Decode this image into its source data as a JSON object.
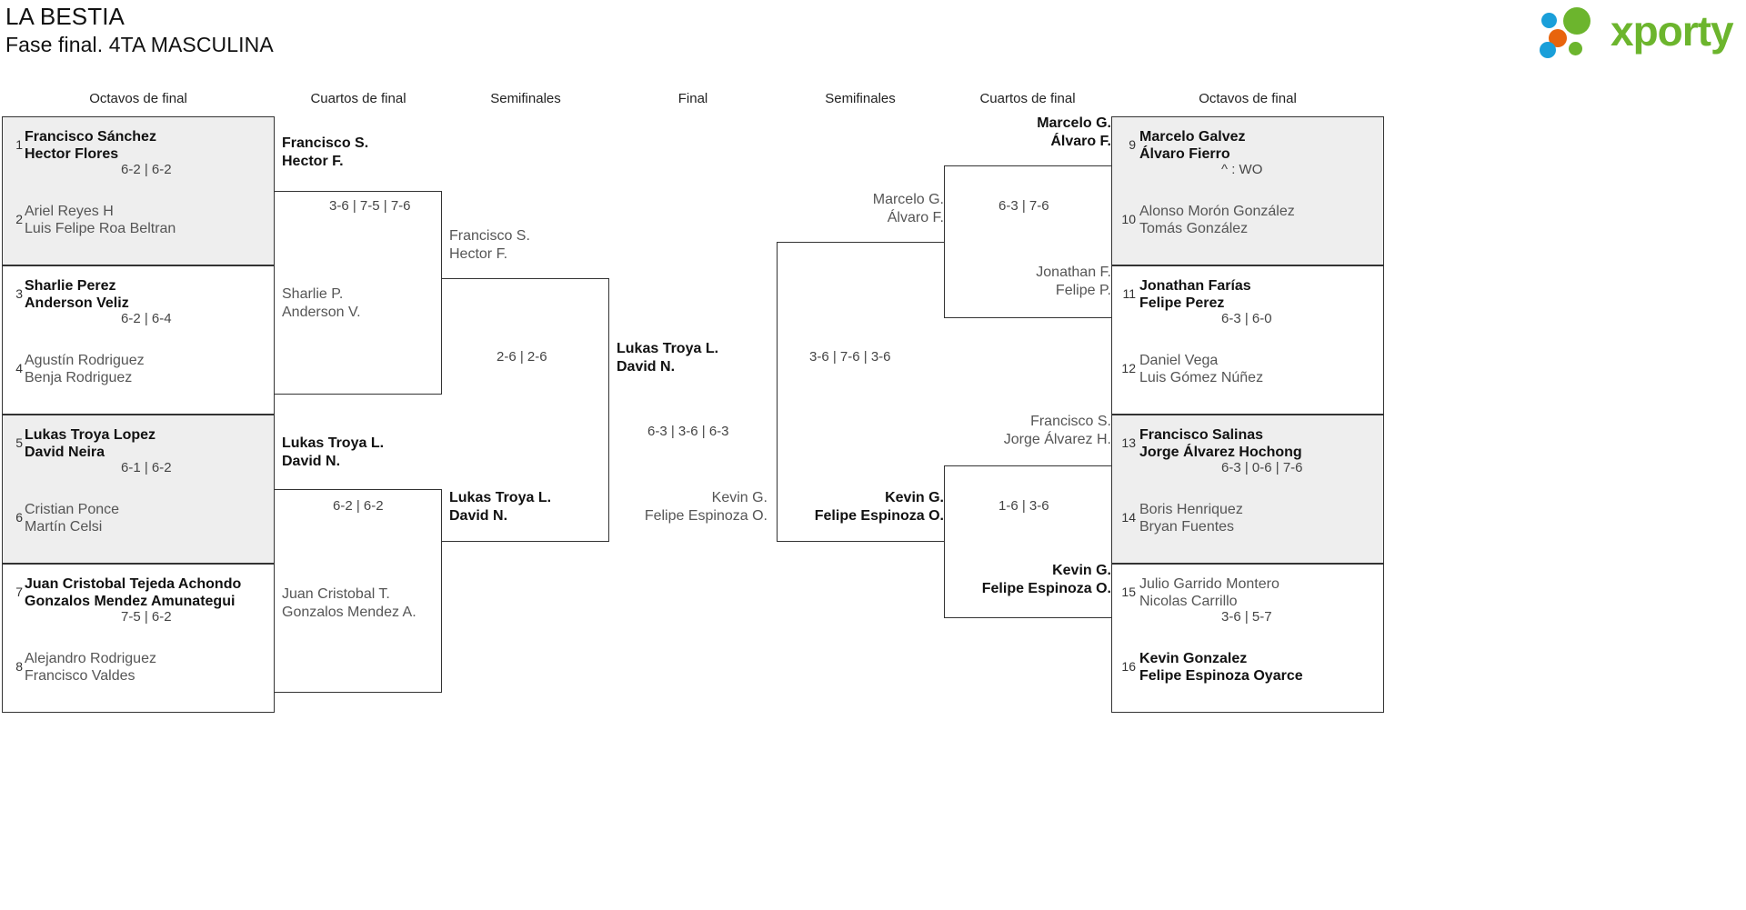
{
  "header": {
    "title_main": "LA BESTIA",
    "title_sub": "Fase final. 4TA MASCULINA",
    "logo_word": "xporty",
    "logo_colors": {
      "green": "#6cb52d",
      "orange": "#e8640c",
      "blue": "#1a9fd9"
    }
  },
  "round_headers": [
    {
      "label": "Octavos de final"
    },
    {
      "label": "Cuartos de final"
    },
    {
      "label": "Semifinales"
    },
    {
      "label": "Final"
    },
    {
      "label": "Semifinales"
    },
    {
      "label": "Cuartos de final"
    },
    {
      "label": "Octavos de final"
    }
  ],
  "left": {
    "octavos": [
      {
        "seed_a": "1",
        "a1": "Francisco Sánchez",
        "a2": "Hector Flores",
        "seed_b": "2",
        "b1": "Ariel Reyes H",
        "b2": "Luis Felipe Roa Beltran",
        "score": "6-2 | 6-2",
        "winner": "a"
      },
      {
        "seed_a": "3",
        "a1": "Sharlie Perez",
        "a2": "Anderson Veliz",
        "seed_b": "4",
        "b1": "Agustín Rodriguez",
        "b2": "Benja Rodriguez",
        "score": "6-2 | 6-4",
        "winner": "a"
      },
      {
        "seed_a": "5",
        "a1": "Lukas Troya Lopez",
        "a2": "David Neira",
        "seed_b": "6",
        "b1": "Cristian Ponce",
        "b2": "Martín Celsi",
        "score": "6-1 | 6-2",
        "winner": "a"
      },
      {
        "seed_a": "7",
        "a1": "Juan Cristobal Tejeda Achondo",
        "a2": "Gonzalos Mendez Amunategui",
        "seed_b": "8",
        "b1": "Alejandro Rodriguez",
        "b2": "Francisco Valdes",
        "score": "7-5 | 6-2",
        "winner": "a"
      }
    ],
    "cuartos": [
      {
        "a1": "Francisco S.",
        "a2": "Hector F.",
        "b1": "Sharlie P.",
        "b2": "Anderson V.",
        "score": "3-6 | 7-5 | 7-6",
        "winner": "a"
      },
      {
        "a1": "Lukas Troya L.",
        "a2": "David N.",
        "b1": "Juan Cristobal T.",
        "b2": "Gonzalos Mendez A.",
        "score": "6-2 | 6-2",
        "winner": "a"
      }
    ],
    "semifinal": {
      "a1": "Francisco S.",
      "a2": "Hector F.",
      "b1": "Lukas Troya L.",
      "b2": "David N.",
      "score": "2-6 | 2-6",
      "winner": "b"
    }
  },
  "final": {
    "a1": "Lukas Troya L.",
    "a2": "David N.",
    "b1": "Kevin G.",
    "b2": "Felipe Espinoza O.",
    "score": "6-3 | 3-6 | 6-3",
    "winner": "a"
  },
  "right": {
    "semifinal": {
      "a1": "Marcelo G.",
      "a2": "Álvaro F.",
      "b1": "Kevin G.",
      "b2": "Felipe Espinoza O.",
      "score": "3-6 | 7-6 | 3-6",
      "winner": "b"
    },
    "cuartos": [
      {
        "a1": "Marcelo G.",
        "a2": "Álvaro F.",
        "b1": "Jonathan F.",
        "b2": "Felipe P.",
        "score": "6-3 | 7-6",
        "winner": "a"
      },
      {
        "a1": "Francisco S.",
        "a2": "Jorge Álvarez H.",
        "b1": "Kevin G.",
        "b2": "Felipe Espinoza O.",
        "score": "1-6 | 3-6",
        "winner": "b"
      }
    ],
    "octavos": [
      {
        "seed_a": "9",
        "a1": "Marcelo Galvez",
        "a2": "Álvaro Fierro",
        "seed_b": "10",
        "b1": "Alonso Morón González",
        "b2": "Tomás González",
        "score": "^ : WO",
        "winner": "a"
      },
      {
        "seed_a": "11",
        "a1": "Jonathan Farías",
        "a2": "Felipe Perez",
        "seed_b": "12",
        "b1": "Daniel Vega",
        "b2": "Luis Gómez Núñez",
        "score": "6-3 | 6-0",
        "winner": "a"
      },
      {
        "seed_a": "13",
        "a1": "Francisco Salinas",
        "a2": "Jorge Álvarez Hochong",
        "seed_b": "14",
        "b1": "Boris Henriquez",
        "b2": "Bryan Fuentes",
        "score": "6-3 | 0-6 | 7-6",
        "winner": "a"
      },
      {
        "seed_a": "15",
        "a1": "Julio Garrido Montero",
        "a2": "Nicolas Carrillo",
        "seed_b": "16",
        "b1": "Kevin Gonzalez",
        "b2": "Felipe Espinoza Oyarce",
        "score": "3-6 | 5-7",
        "winner": "b"
      }
    ]
  }
}
